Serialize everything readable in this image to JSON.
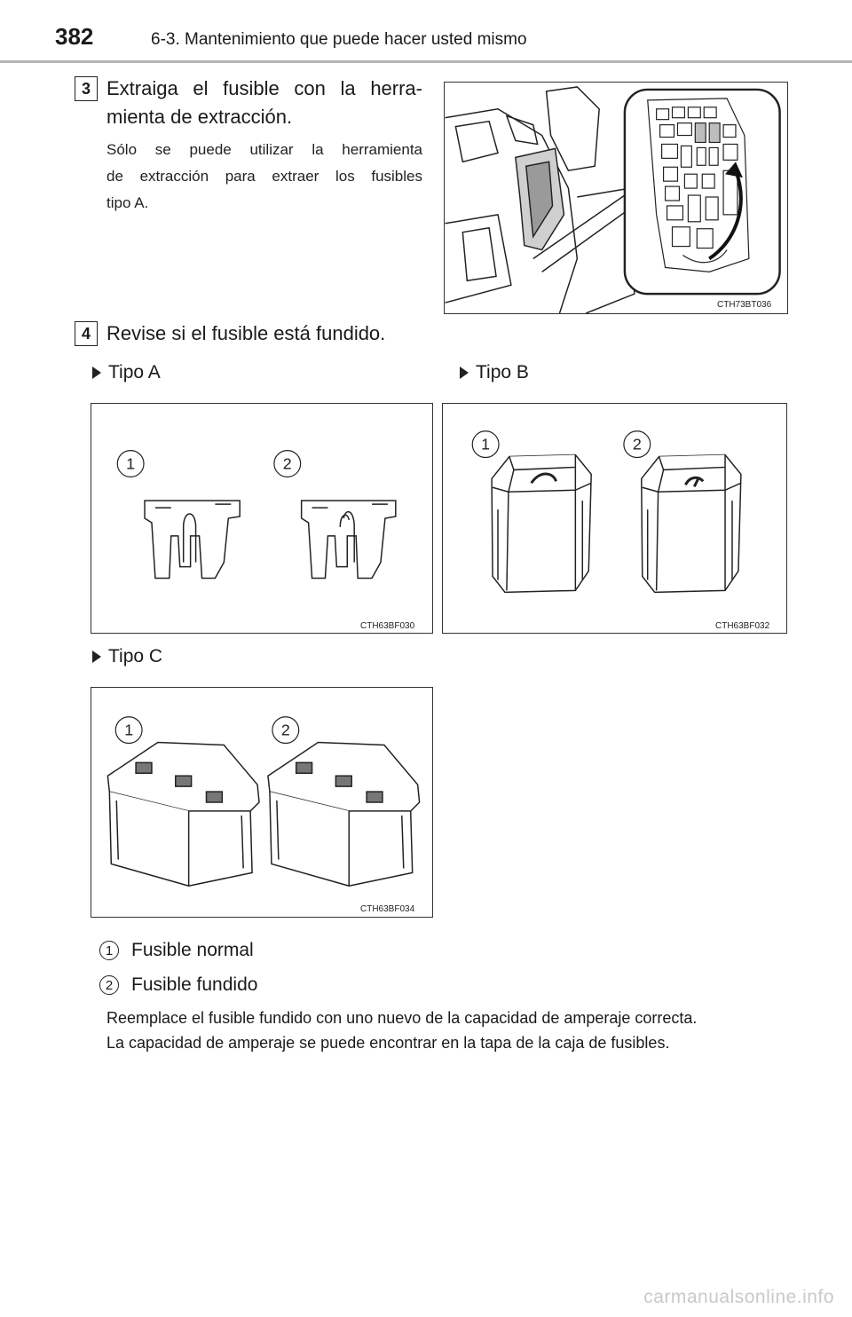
{
  "header": {
    "page_number": "382",
    "section_title": "6-3. Mantenimiento que puede hacer usted mismo"
  },
  "step3": {
    "badge": "3",
    "title_line1": "Extraiga el fusible con la herra-",
    "title_line2": "mienta de extracción.",
    "note_line1": "Sólo se puede utilizar la herramienta",
    "note_line2": "de extracción para extraer los fusibles",
    "note_line3": "tipo A.",
    "figure_code": "CTH73BT036"
  },
  "step4": {
    "badge": "4",
    "title": "Revise si el fusible está fundido."
  },
  "types": {
    "a": {
      "label": "Tipo A",
      "figure_code": "CTH63BF030"
    },
    "b": {
      "label": "Tipo B",
      "figure_code": "CTH63BF032"
    },
    "c": {
      "label": "Tipo C",
      "figure_code": "CTH63BF034"
    }
  },
  "callouts": {
    "one": "1",
    "two": "2"
  },
  "legend": [
    {
      "num": "1",
      "text": "Fusible normal"
    },
    {
      "num": "2",
      "text": "Fusible fundido"
    }
  ],
  "paragraphs": [
    "Reemplace el fusible fundido con uno nuevo de la capacidad de amperaje correcta.",
    "La capacidad de amperaje se puede encontrar en la tapa de la caja de fusibles."
  ],
  "watermark": "carmanualsonline.info"
}
